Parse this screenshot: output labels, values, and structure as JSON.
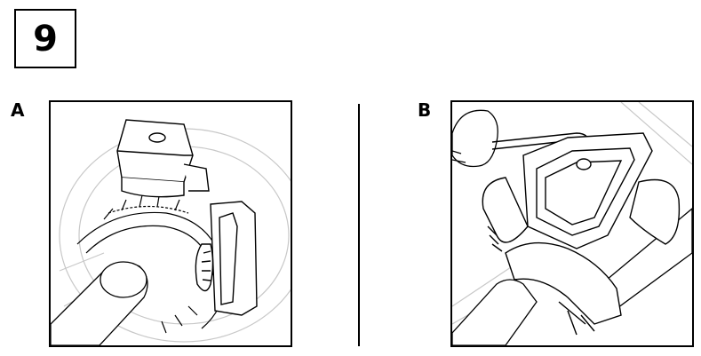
{
  "step": {
    "number": "9"
  },
  "panels": [
    {
      "label": "A"
    },
    {
      "label": "B"
    }
  ]
}
